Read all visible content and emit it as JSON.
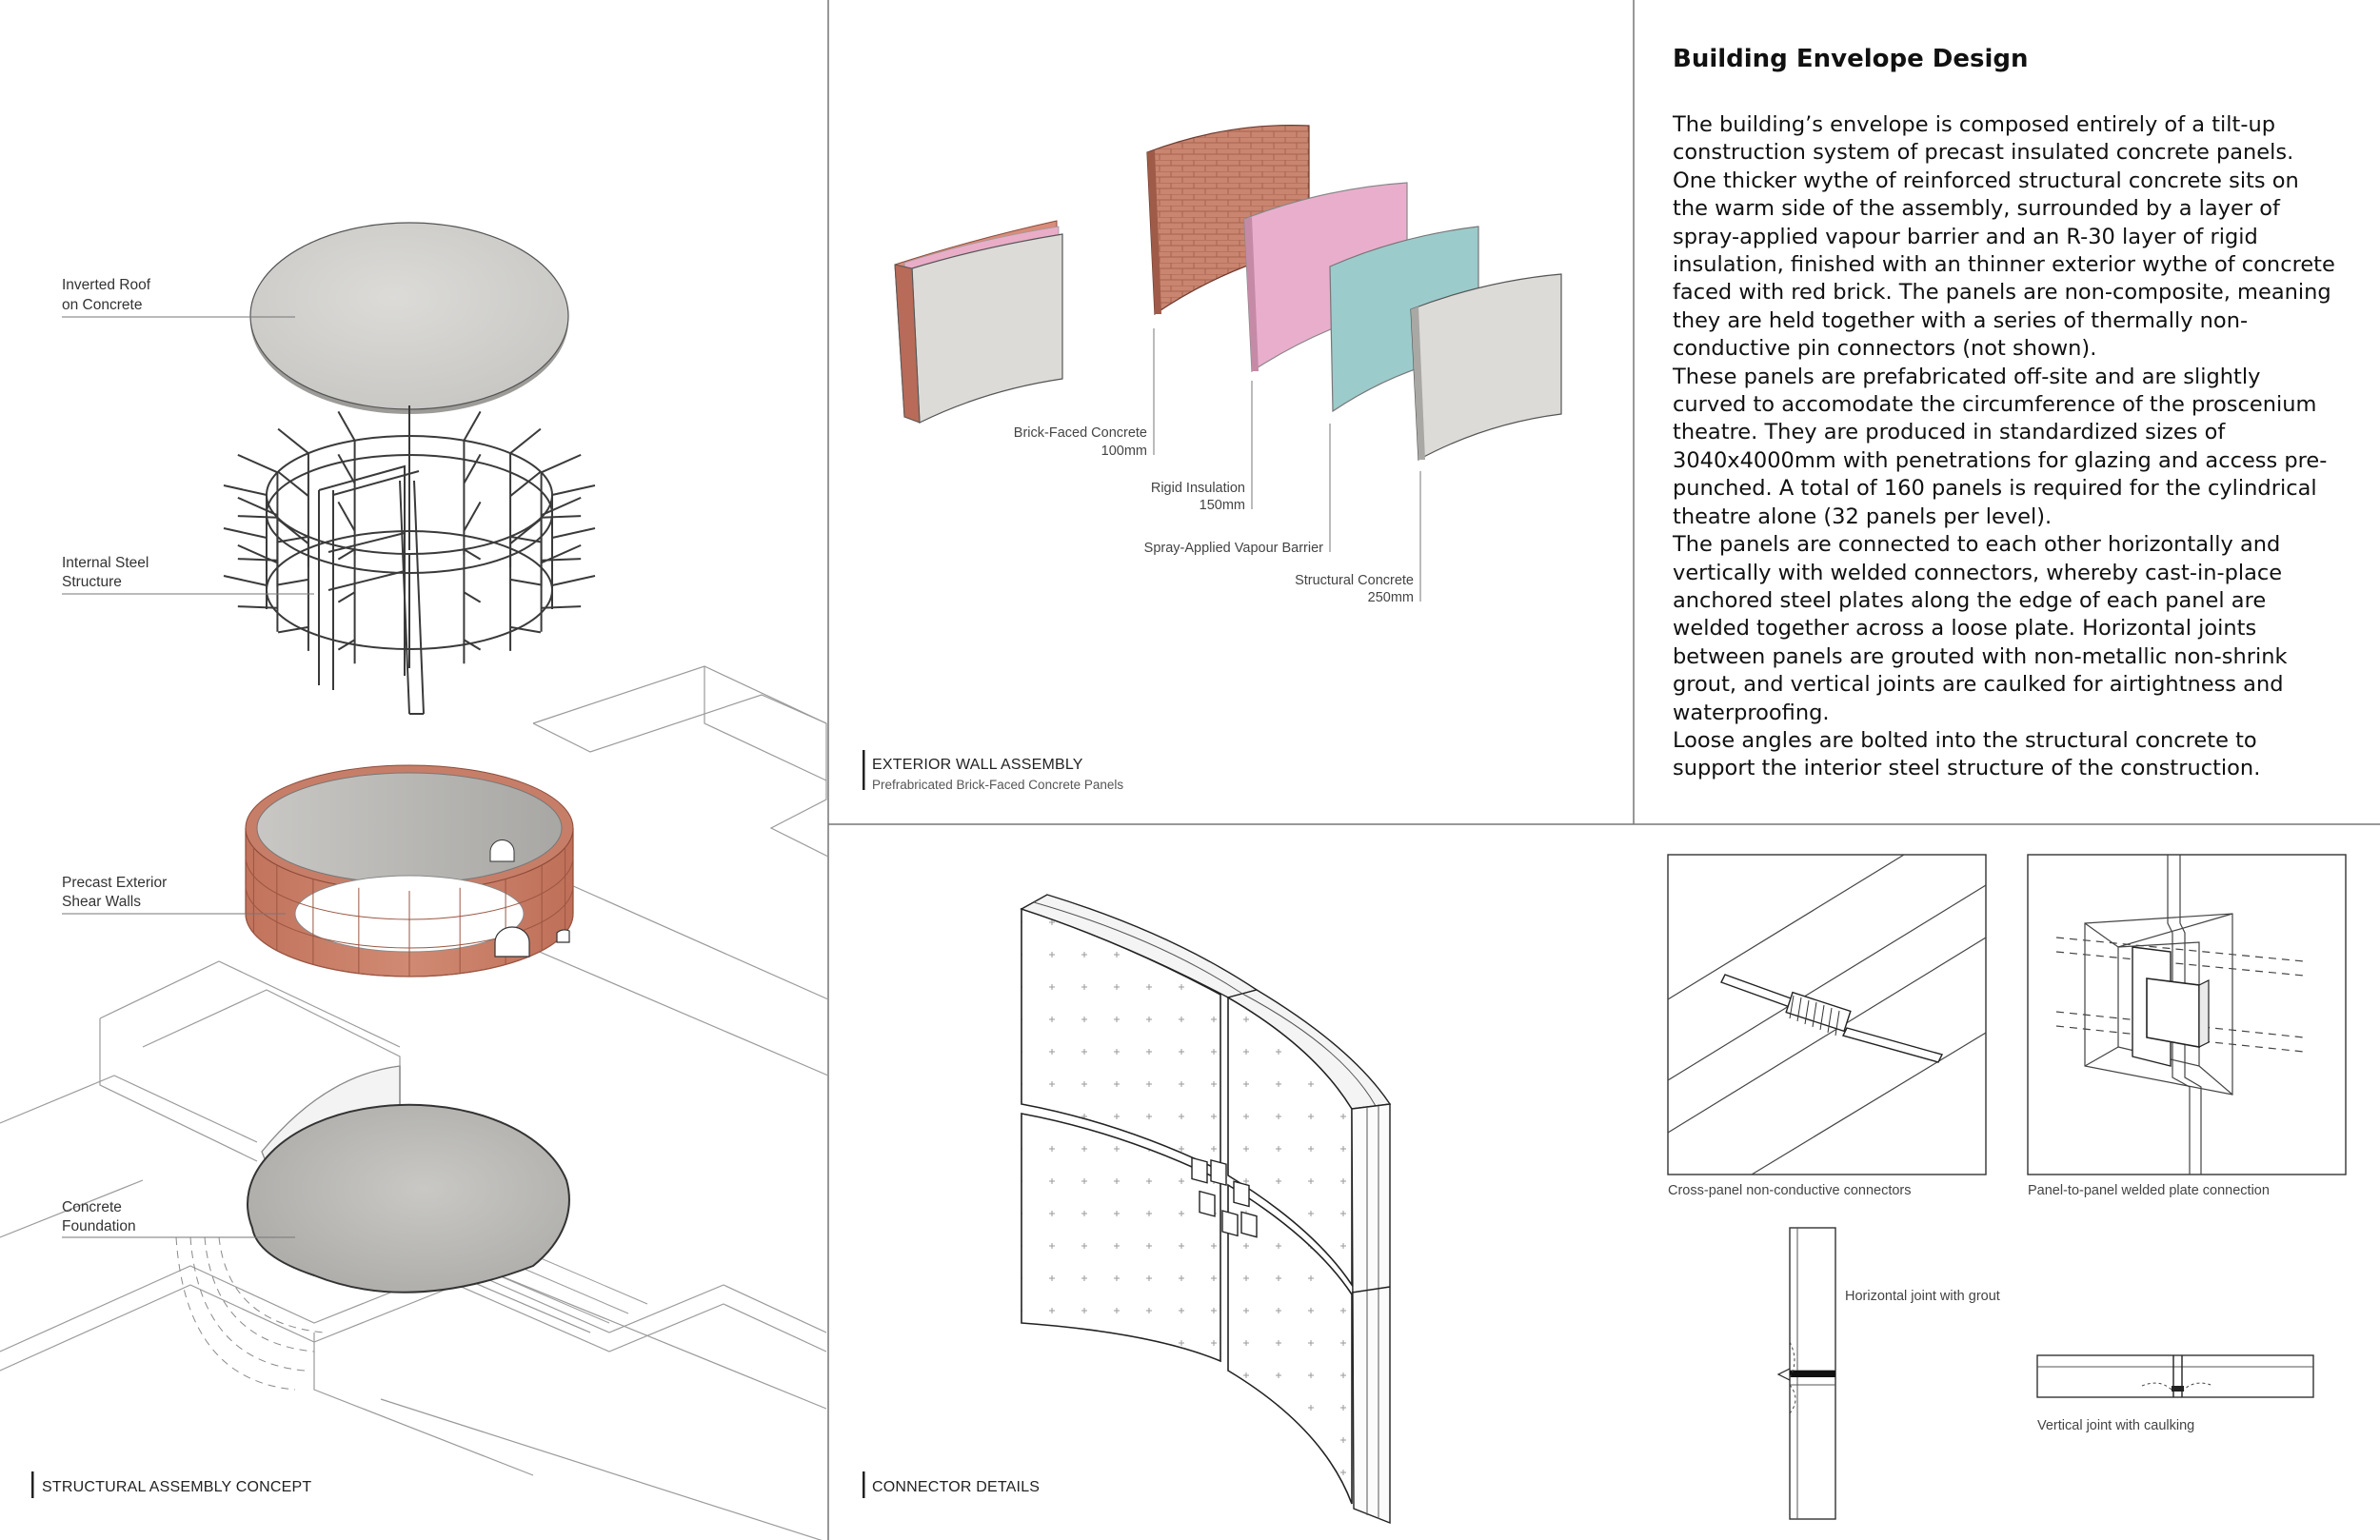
{
  "panels": {
    "structural": {
      "caption": "STRUCTURAL ASSEMBLY CONCEPT",
      "labels": [
        {
          "line1": "Inverted Roof",
          "line2": "on Concrete"
        },
        {
          "line1": "Internal Steel",
          "line2": "Structure"
        },
        {
          "line1": "Precast Exterior",
          "line2": "Shear Walls"
        },
        {
          "line1": "Concrete",
          "line2": "Foundation"
        }
      ]
    },
    "wall": {
      "caption": "EXTERIOR WALL ASSEMBLY",
      "subcaption": "Prefrabricated Brick-Faced Concrete Panels",
      "layers": [
        {
          "name": "Brick-Faced Concrete",
          "size": "100mm"
        },
        {
          "name": "Rigid Insulation",
          "size": "150mm"
        },
        {
          "name": "Spray-Applied Vapour Barrier",
          "size": ""
        },
        {
          "name": "Structural Concrete",
          "size": "250mm"
        }
      ]
    },
    "connectors": {
      "caption": "CONNECTOR DETAILS",
      "details": [
        "Cross-panel non-conductive connectors",
        "Panel-to-panel welded plate connection",
        "Horizontal joint with grout",
        "Vertical joint with caulking"
      ]
    }
  },
  "envelope": {
    "title": "Building Envelope Design",
    "paragraphs": [
      "The building’s envelope is composed entirely of a tilt-up construction system of precast insulated concrete panels. One thicker wythe of reinforced structural concrete sits on the warm side of the assembly, surrounded by a layer of spray-applied vapour barrier and an R-30 layer of rigid insulation, finished with an thinner exterior wythe of concrete faced with red brick. The panels are non-composite, meaning they are held together with a series of thermally non-conductive pin connectors (not shown).",
      "These panels are prefabricated off-site and are slightly curved to accomodate the circumference of the proscenium theatre. They are produced in standardized sizes of  3040x4000mm with penetrations for glazing and access pre-punched. A total of 160 panels is required for the cylindrical theatre alone (32 panels per level).",
      "The panels are connected to each other horizontally and vertically with welded connectors, whereby cast-in-place anchored steel plates along the edge of each panel are welded together across a loose plate. Horizontal joints between panels are grouted with non-metallic non-shrink grout, and vertical joints are caulked for airtightness and waterproofing.",
      "Loose angles are bolted into the structural concrete to support the interior steel structure of the construction."
    ]
  },
  "colors": {
    "brick": "#C97E66",
    "insulation": "#E8A9CC",
    "vapour_barrier": "#9CCACB",
    "concrete": "#D6D5D2"
  }
}
